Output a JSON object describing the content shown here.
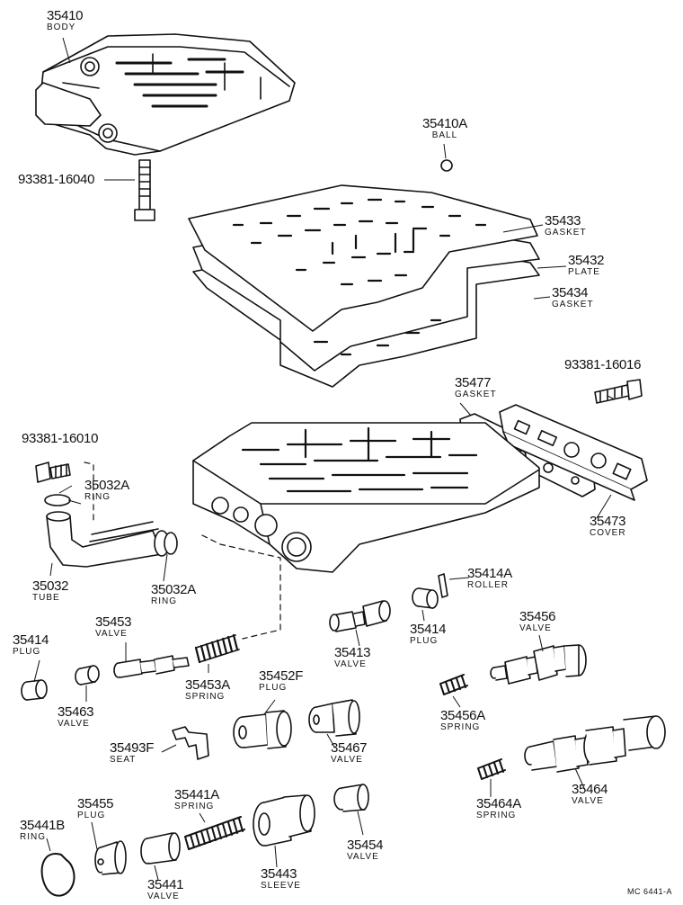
{
  "parts": {
    "p35410": {
      "num": "35410",
      "name": "BODY"
    },
    "p35410A": {
      "num": "35410A",
      "name": "BALL"
    },
    "p35433": {
      "num": "35433",
      "name": "GASKET"
    },
    "p35432": {
      "num": "35432",
      "name": "PLATE"
    },
    "p35434": {
      "num": "35434",
      "name": "GASKET"
    },
    "p35477": {
      "num": "35477",
      "name": "GASKET"
    },
    "p35473": {
      "num": "35473",
      "name": "COVER"
    },
    "p35032A_top": {
      "num": "35032A",
      "name": "RING"
    },
    "p35032": {
      "num": "35032",
      "name": "TUBE"
    },
    "p35032A_bot": {
      "num": "35032A",
      "name": "RING"
    },
    "p35414A": {
      "num": "35414A",
      "name": "ROLLER"
    },
    "p35414_left": {
      "num": "35414",
      "name": "PLUG"
    },
    "p35414_right": {
      "num": "35414",
      "name": "PLUG"
    },
    "p35453": {
      "num": "35453",
      "name": "VALVE"
    },
    "p35413": {
      "num": "35413",
      "name": "VALVE"
    },
    "p35456": {
      "num": "35456",
      "name": "VALVE"
    },
    "p35453A": {
      "num": "35453A",
      "name": "SPRING"
    },
    "p35452F": {
      "num": "35452F",
      "name": "PLUG"
    },
    "p35463": {
      "num": "35463",
      "name": "VALVE"
    },
    "p35456A": {
      "num": "35456A",
      "name": "SPRING"
    },
    "p35493F": {
      "num": "35493F",
      "name": "SEAT"
    },
    "p35467": {
      "num": "35467",
      "name": "VALVE"
    },
    "p35464": {
      "num": "35464",
      "name": "VALVE"
    },
    "p35464A": {
      "num": "35464A",
      "name": "SPRING"
    },
    "p35455": {
      "num": "35455",
      "name": "PLUG"
    },
    "p35441A": {
      "num": "35441A",
      "name": "SPRING"
    },
    "p35441B": {
      "num": "35441B",
      "name": "RING"
    },
    "p35454": {
      "num": "35454",
      "name": "VALVE"
    },
    "p35441": {
      "num": "35441",
      "name": "VALVE"
    },
    "p35443": {
      "num": "35443",
      "name": "SLEEVE"
    }
  },
  "bolts": {
    "b1": "93381-16040",
    "b2": "93381-16016",
    "b3": "93381-16010"
  },
  "drawing_code": "MC 6441-A"
}
